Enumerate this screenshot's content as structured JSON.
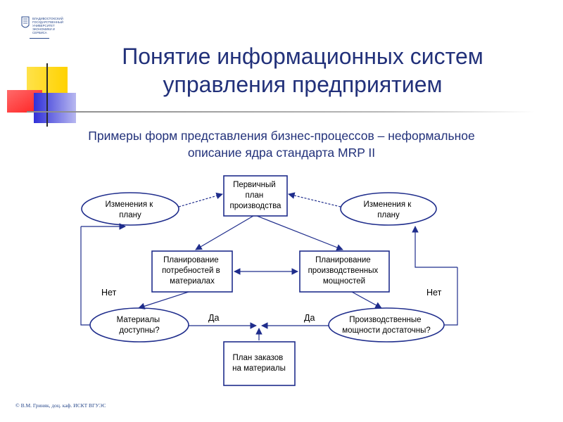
{
  "logo": {
    "text_lines": [
      "ВЛАДИВОСТОКСКИЙ",
      "ГОСУДАРСТВЕННЫЙ",
      "УНИВЕРСИТЕТ",
      "ЭКОНОМИКИ И",
      "СЕРВИСА"
    ],
    "colors": {
      "primary": "#2a4a8c"
    }
  },
  "title": {
    "line1": "Понятие информационных систем",
    "line2": "управления предприятием"
  },
  "subtitle": {
    "line1": "Примеры форм представления бизнес-процессов – неформальное",
    "line2": "описание ядра стандарта MRP II"
  },
  "diagram": {
    "nodes": {
      "primary_plan": [
        "Первичный",
        "план",
        "производства"
      ],
      "changes_left": [
        "Изменения к",
        "плану"
      ],
      "changes_right": [
        "Изменения к",
        "плану"
      ],
      "materials_planning": [
        "Планирование",
        "потребностей в",
        "материалах"
      ],
      "capacity_planning": [
        "Планирование",
        "производственных",
        "мощностей"
      ],
      "materials_available": [
        "Материалы",
        "доступны?"
      ],
      "capacity_sufficient": [
        "Производственные",
        "мощности достаточны?"
      ],
      "order_plan": [
        "План заказов",
        "на материалы"
      ]
    },
    "labels": {
      "no_left": "Нет",
      "no_right": "Нет",
      "yes_left": "Да",
      "yes_right": "Да"
    },
    "colors": {
      "stroke": "#1f2d8c",
      "fill": "#ffffff"
    }
  },
  "footer": {
    "text": "© В.М. Гриняк, доц. каф. ИСКТ ВГУЭС"
  },
  "colors": {
    "title": "#22317a",
    "accent_yellow": "#ffd800",
    "accent_red": "#ff3030",
    "accent_blue": "#2c2ccf"
  }
}
